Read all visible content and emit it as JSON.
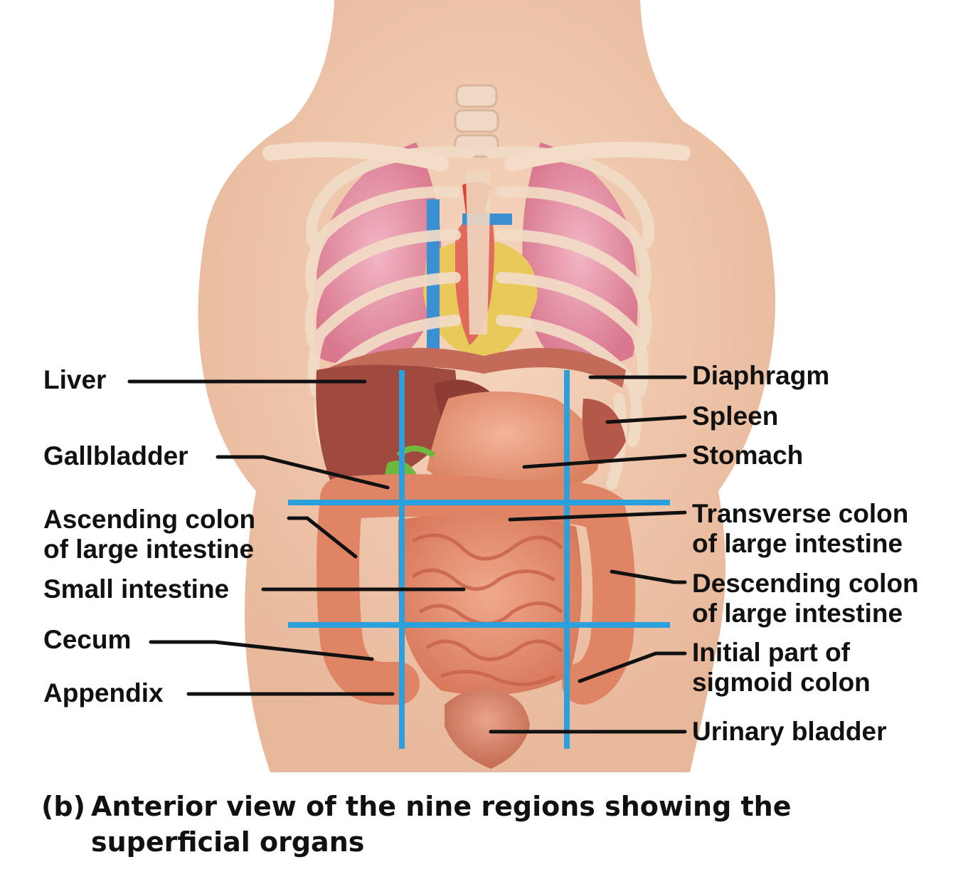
{
  "labels_left": {
    "liver": "Liver",
    "gallbladder": "Gallbladder",
    "ascending_colon_1": "Ascending colon",
    "ascending_colon_2": "of large intestine",
    "small_intestine": "Small intestine",
    "cecum": "Cecum",
    "appendix": "Appendix"
  },
  "labels_right": {
    "diaphragm": "Diaphragm",
    "spleen": "Spleen",
    "stomach": "Stomach",
    "transverse_colon_1": "Transverse colon",
    "transverse_colon_2": "of large intestine",
    "descending_colon_1": "Descending colon",
    "descending_colon_2": "of large intestine",
    "sigmoid_colon_1": "Initial part of",
    "sigmoid_colon_2": "sigmoid colon",
    "urinary_bladder": "Urinary bladder"
  },
  "caption": {
    "letter": "(b)",
    "line1": "Anterior view of the nine regions showing the",
    "line2": "superficial organs"
  },
  "colors": {
    "skin": "#f1cbb0",
    "lung": "#e8a0b0",
    "rib": "#f0d8c0",
    "liver": "#a0493e",
    "intestine": "#e28a6c",
    "region_line": "#2aa0dc",
    "leader_line": "#111111"
  }
}
